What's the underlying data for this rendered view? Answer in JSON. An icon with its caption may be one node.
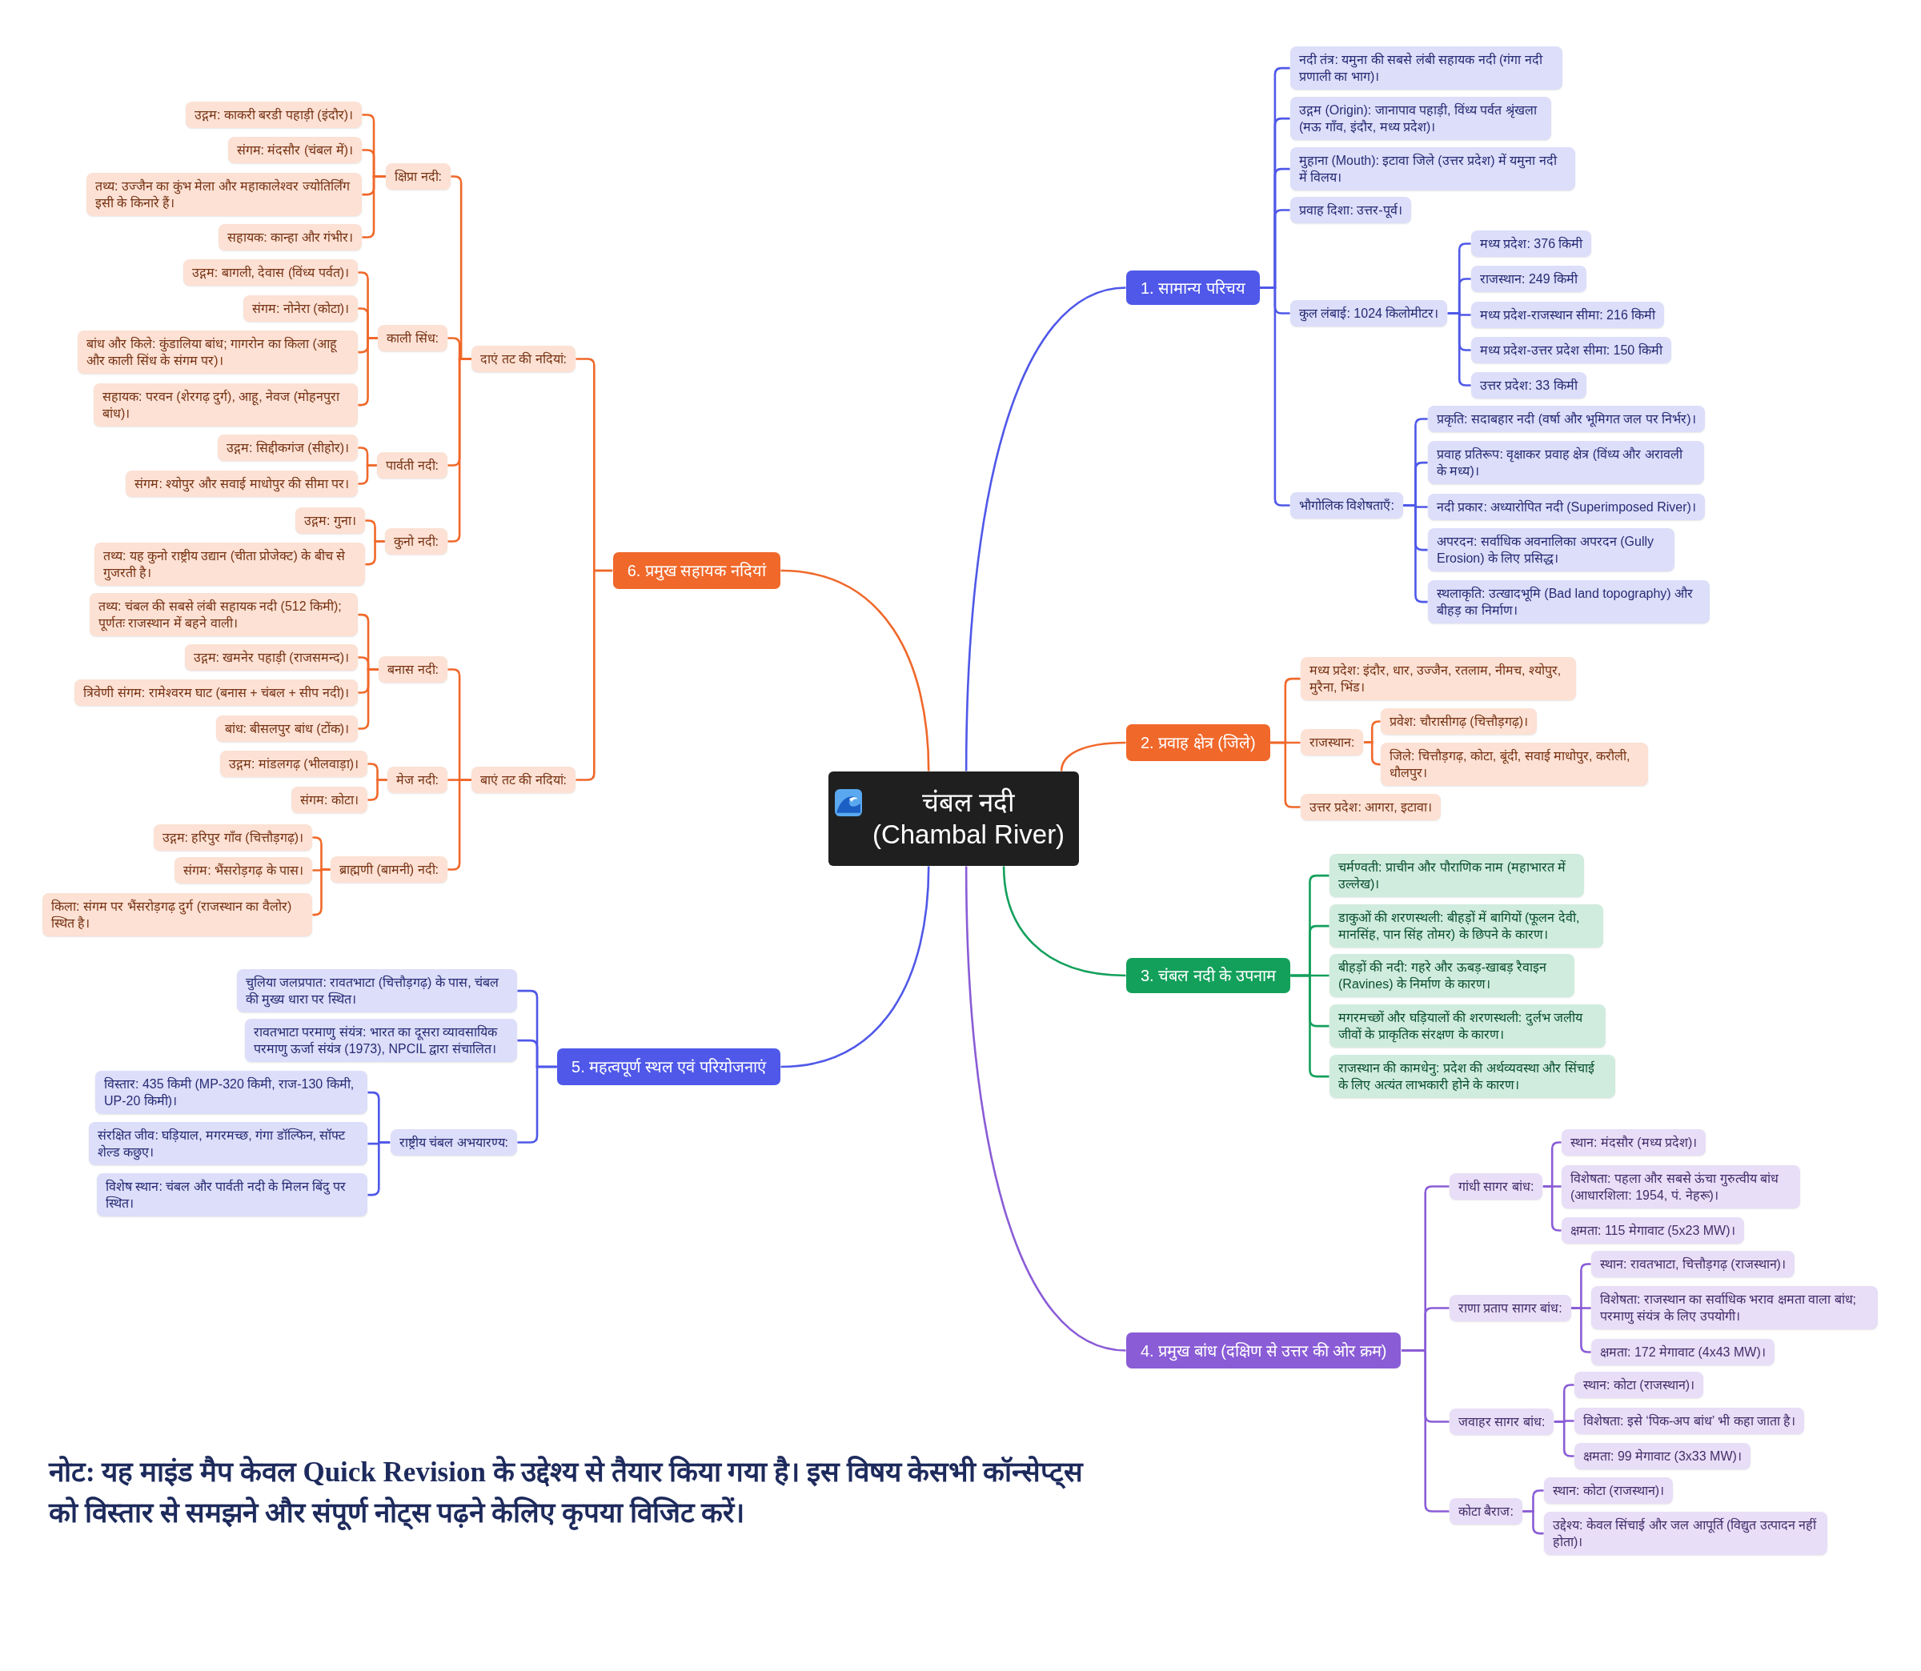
{
  "diagram": {
    "nodes": [
      {
        "text": [
          "चंबल नदी (Chambal River)"
        ]
      },
      {
        "text": [
          "1. सामान्य परिचय"
        ]
      },
      {
        "text": [
          "नदी तंत्र: यमुना की सबसे लंबी सहायक नदी (गंगा नदी प्रणाली का भाग)।"
        ]
      },
      {
        "text": [
          "उद्गम (Origin): जानापाव पहाड़ी, विंध्य पर्वत श्रृंखला (मऊ गाँव, इंदौर, मध्य प्रदेश)।"
        ]
      },
      {
        "text": [
          "मुहाना (Mouth): इटावा जिले (उत्तर प्रदेश) में यमुना नदी में विलय।"
        ]
      },
      {
        "text": [
          "प्रवाह दिशा: उत्तर-पूर्व।"
        ]
      },
      {
        "text": [
          "कुल लंबाई: 1024 किलोमीटर।"
        ]
      },
      {
        "text": [
          "मध्य प्रदेश: 376 किमी"
        ]
      },
      {
        "text": [
          "राजस्थान: 249 किमी"
        ]
      },
      {
        "text": [
          "मध्य प्रदेश-राजस्थान सीमा: 216 किमी"
        ]
      },
      {
        "text": [
          "मध्य प्रदेश-उत्तर प्रदेश सीमा: 150 किमी"
        ]
      },
      {
        "text": [
          "उत्तर प्रदेश: 33 किमी"
        ]
      },
      {
        "text": [
          "भौगोलिक विशेषताएँ:"
        ]
      },
      {
        "text": [
          "प्रकृति: सदाबहार नदी (वर्षा और भूमिगत जल पर निर्भर)।"
        ]
      },
      {
        "text": [
          "प्रवाह प्रतिरूप: वृक्षाकर प्रवाह क्षेत्र (विंध्य और अरावली के मध्य)।"
        ]
      },
      {
        "text": [
          "नदी प्रकार: अध्यारोपित नदी (Superimposed River)।"
        ]
      },
      {
        "text": [
          "अपरदन: सर्वाधिक अवनालिका अपरदन (Gully Erosion) के लिए प्रसिद्ध।"
        ]
      },
      {
        "text": [
          "स्थलाकृति: उत्खादभूमि (Bad land topography) और बीहड़ का निर्माण।"
        ]
      },
      {
        "text": [
          "2. प्रवाह क्षेत्र (जिले)"
        ]
      },
      {
        "text": [
          "मध्य प्रदेश: इंदौर, धार, उज्जैन, रतलाम, नीमच, श्योपुर, मुरैना, भिंड।"
        ]
      },
      {
        "text": [
          "राजस्थान:"
        ]
      },
      {
        "text": [
          "प्रवेश: चौरासीगढ़ (चित्तौड़गढ़)।"
        ]
      },
      {
        "text": [
          "जिले: चित्तौड़गढ़, कोटा, बूंदी, सवाई माधोपुर, करौली, धौलपुर।"
        ]
      },
      {
        "text": [
          "उत्तर प्रदेश: आगरा, इटावा।"
        ]
      },
      {
        "text": [
          "3. चंबल नदी के उपनाम"
        ]
      },
      {
        "text": [
          "चर्मण्वती: प्राचीन और पौराणिक नाम (महाभारत में उल्लेख)।"
        ]
      },
      {
        "text": [
          "डाकुओं की शरणस्थली: बीहड़ों में बागियों (फूलन देवी, मानसिंह, पान सिंह तोमर) के छिपने के कारण।"
        ]
      },
      {
        "text": [
          "बीहड़ों की नदी: गहरे और ऊबड़-खाबड़ रैवाइन (Ravines) के निर्माण के कारण।"
        ]
      },
      {
        "text": [
          "मगरमच्छों और घड़ियालों की शरणस्थली: दुर्लभ जलीय जीवों के प्राकृतिक संरक्षण के कारण।"
        ]
      },
      {
        "text": [
          "राजस्थान की कामधेनु: प्रदेश की अर्थव्यवस्था और सिंचाई के लिए अत्यंत लाभकारी होने के कारण।"
        ]
      },
      {
        "text": [
          "4. प्रमुख बांध (दक्षिण से उत्तर की ओर क्रम)"
        ]
      },
      {
        "text": [
          "गांधी सागर बांध:"
        ]
      },
      {
        "text": [
          "स्थान: मंदसौर (मध्य प्रदेश)।"
        ]
      },
      {
        "text": [
          "विशेषता: पहला और सबसे ऊंचा गुरुत्वीय बांध (आधारशिला: 1954, पं. नेहरू)।"
        ]
      },
      {
        "text": [
          "क्षमता: 115 मेगावाट (5x23 MW)।"
        ]
      },
      {
        "text": [
          "राणा प्रताप सागर बांध:"
        ]
      },
      {
        "text": [
          "स्थान: रावतभाटा, चित्तौड़गढ़ (राजस्थान)।"
        ]
      },
      {
        "text": [
          "विशेषता: राजस्थान का सर्वाधिक भराव क्षमता वाला बांध; परमाणु संयंत्र के लिए उपयोगी।"
        ]
      },
      {
        "text": [
          "क्षमता: 172 मेगावाट (4x43 MW)।"
        ]
      },
      {
        "text": [
          "जवाहर सागर बांध:"
        ]
      },
      {
        "text": [
          "स्थान: कोटा (राजस्थान)।"
        ]
      },
      {
        "text": [
          "विशेषता: इसे ‘पिक-अप बांध’ भी कहा जाता है।"
        ]
      },
      {
        "text": [
          "क्षमता: 99 मेगावाट (3x33 MW)।"
        ]
      },
      {
        "text": [
          "कोटा बैराज:"
        ]
      },
      {
        "text": [
          "स्थान: कोटा (राजस्थान)।"
        ]
      },
      {
        "text": [
          "उद्देश्य: केवल सिंचाई और जल आपूर्ति (विद्युत उत्पादन नहीं होता)।"
        ]
      },
      {
        "text": [
          "5. महत्वपूर्ण स्थल एवं परियोजनाएं"
        ]
      },
      {
        "text": [
          "चुलिया जलप्रपात: रावतभाटा (चित्तौड़गढ़) के पास, चंबल की मुख्य धारा पर स्थित।"
        ]
      },
      {
        "text": [
          "रावतभाटा परमाणु संयंत्र: भारत का दूसरा व्यावसायिक परमाणु ऊर्जा संयंत्र (1973), NPCIL द्वारा संचालित।"
        ]
      },
      {
        "text": [
          "राष्ट्रीय चंबल अभयारण्य:"
        ]
      },
      {
        "text": [
          "विस्तार: 435 किमी (MP-320 किमी, राज-130 किमी, UP-20 किमी)।"
        ]
      },
      {
        "text": [
          "संरक्षित जीव: घड़ियाल, मगरमच्छ, गंगा डॉल्फिन, सॉफ्ट शेल्ड कछुए।"
        ]
      },
      {
        "text": [
          "विशेष स्थान: चंबल और पार्वती नदी के मिलन बिंदु पर स्थित।"
        ]
      },
      {
        "text": [
          "6. प्रमुख सहायक नदियां"
        ]
      },
      {
        "text": [
          "दाएं तट की नदियां:"
        ]
      },
      {
        "text": [
          "क्षिप्रा नदी:"
        ]
      },
      {
        "text": [
          "उद्गम: काकरी बरडी पहाड़ी (इंदौर)।"
        ]
      },
      {
        "text": [
          "संगम: मंदसौर (चंबल में)।"
        ]
      },
      {
        "text": [
          "तथ्य: उज्जैन का कुंभ मेला और महाकालेश्वर ज्योतिर्लिंग इसी के किनारे हैं।"
        ]
      },
      {
        "text": [
          "सहायक: कान्हा और गंभीर।"
        ]
      },
      {
        "text": [
          "काली सिंध:"
        ]
      },
      {
        "text": [
          "उद्गम: बागली, देवास (विंध्य पर्वत)।"
        ]
      },
      {
        "text": [
          "संगम: नोनेरा (कोटा)।"
        ]
      },
      {
        "text": [
          "बांध और किले: कुंडालिया बांध; गागरोन का किला (आहू और काली सिंध के संगम पर)।"
        ]
      },
      {
        "text": [
          "सहायक: परवन (शेरगढ़ दुर्ग), आहू, नेवज (मोहनपुरा बांध)।"
        ]
      },
      {
        "text": [
          "पार्वती नदी:"
        ]
      },
      {
        "text": [
          "उद्गम: सिद्दीकगंज (सीहोर)।"
        ]
      },
      {
        "text": [
          "संगम: श्योपुर और सवाई माधोपुर की सीमा पर।"
        ]
      },
      {
        "text": [
          "कुनो नदी:"
        ]
      },
      {
        "text": [
          "उद्गम: गुना।"
        ]
      },
      {
        "text": [
          "तथ्य: यह कुनो राष्ट्रीय उद्यान (चीता प्रोजेक्ट) के बीच से गुजरती है।"
        ]
      },
      {
        "text": [
          "बाएं तट की नदियां:"
        ]
      },
      {
        "text": [
          "बनास नदी:"
        ]
      },
      {
        "text": [
          "तथ्य: चंबल की सबसे लंबी सहायक नदी (512 किमी); पूर्णतः राजस्थान में बहने वाली।"
        ]
      },
      {
        "text": [
          "उद्गम: खमनेर पहाड़ी (राजसमन्द)।"
        ]
      },
      {
        "text": [
          "त्रिवेणी संगम: रामेश्वरम घाट (बनास + चंबल + सीप नदी)।"
        ]
      },
      {
        "text": [
          "बांध: बीसलपुर बांध (टोंक)।"
        ]
      },
      {
        "text": [
          "मेज नदी:"
        ]
      },
      {
        "text": [
          "उद्गम: मांडलगढ़ (भीलवाड़ा)।"
        ]
      },
      {
        "text": [
          "संगम: कोटा।"
        ]
      },
      {
        "text": [
          "ब्राह्मणी (बामनी) नदी:"
        ]
      },
      {
        "text": [
          "उद्गम: हरिपुर गाँव (चित्तौड़गढ़)।"
        ]
      },
      {
        "text": [
          "संगम: भैंसरोड़गढ़ के पास।"
        ]
      },
      {
        "text": [
          "किला: संगम पर भैंसरोड़गढ़ दुर्ग (राजस्थान का वैलोर) स्थित है।"
        ]
      }
    ],
    "edges": [
      {
        "from": 0,
        "to": 1,
        "arrow": "none",
        "color": "#4f58e8"
      },
      {
        "from": 1,
        "to": 2,
        "arrow": "none",
        "color": "#4f58e8"
      },
      {
        "from": 1,
        "to": 3,
        "arrow": "none",
        "color": "#4f58e8"
      },
      {
        "from": 1,
        "to": 4,
        "arrow": "none",
        "color": "#4f58e8"
      },
      {
        "from": 1,
        "to": 5,
        "arrow": "none",
        "color": "#4f58e8"
      },
      {
        "from": 1,
        "to": 6,
        "arrow": "none",
        "color": "#4f58e8"
      },
      {
        "from": 6,
        "to": 7,
        "arrow": "none",
        "color": "#4f58e8"
      },
      {
        "from": 6,
        "to": 8,
        "arrow": "none",
        "color": "#4f58e8"
      },
      {
        "from": 6,
        "to": 9,
        "arrow": "none",
        "color": "#4f58e8"
      },
      {
        "from": 6,
        "to": 10,
        "arrow": "none",
        "color": "#4f58e8"
      },
      {
        "from": 6,
        "to": 11,
        "arrow": "none",
        "color": "#4f58e8"
      },
      {
        "from": 1,
        "to": 12,
        "arrow": "none",
        "color": "#4f58e8"
      },
      {
        "from": 12,
        "to": 13,
        "arrow": "none",
        "color": "#4f58e8"
      },
      {
        "from": 12,
        "to": 14,
        "arrow": "none",
        "color": "#4f58e8"
      },
      {
        "from": 12,
        "to": 15,
        "arrow": "none",
        "color": "#4f58e8"
      },
      {
        "from": 12,
        "to": 16,
        "arrow": "none",
        "color": "#4f58e8"
      },
      {
        "from": 12,
        "to": 17,
        "arrow": "none",
        "color": "#4f58e8"
      },
      {
        "from": 0,
        "to": 18,
        "arrow": "none"
      },
      {
        "from": 18,
        "to": 19,
        "arrow": "none"
      },
      {
        "from": 18,
        "to": 20,
        "arrow": "none"
      },
      {
        "from": 20,
        "to": 21,
        "arrow": "none"
      },
      {
        "from": 20,
        "to": 22,
        "arrow": "none"
      },
      {
        "from": 18,
        "to": 23,
        "arrow": "none"
      },
      {
        "from": 0,
        "to": 24,
        "arrow": "none",
        "color": "#13a05b"
      },
      {
        "from": 24,
        "to": 25,
        "arrow": "none",
        "color": "#13a05b"
      },
      {
        "from": 24,
        "to": 26,
        "arrow": "none",
        "color": "#13a05b"
      },
      {
        "from": 24,
        "to": 27,
        "arrow": "none",
        "color": "#13a05b"
      },
      {
        "from": 24,
        "to": 28,
        "arrow": "none",
        "color": "#13a05b"
      },
      {
        "from": 24,
        "to": 29,
        "arrow": "none",
        "color": "#13a05b"
      },
      {
        "from": 0,
        "to": 30,
        "arrow": "none",
        "color": "#8a5cd6"
      },
      {
        "from": 30,
        "to": 31,
        "arrow": "none",
        "color": "#8a5cd6"
      },
      {
        "from": 31,
        "to": 32,
        "arrow": "none",
        "color": "#8a5cd6"
      },
      {
        "from": 31,
        "to": 33,
        "arrow": "none",
        "color": "#8a5cd6"
      },
      {
        "from": 31,
        "to": 34,
        "arrow": "none",
        "color": "#8a5cd6"
      },
      {
        "from": 30,
        "to": 35,
        "arrow": "none",
        "color": "#8a5cd6"
      },
      {
        "from": 35,
        "to": 36,
        "arrow": "none",
        "color": "#8a5cd6"
      },
      {
        "from": 35,
        "to": 37,
        "arrow": "none",
        "color": "#8a5cd6"
      },
      {
        "from": 35,
        "to": 38,
        "arrow": "none",
        "color": "#8a5cd6"
      },
      {
        "from": 30,
        "to": 39,
        "arrow": "none",
        "color": "#8a5cd6"
      },
      {
        "from": 39,
        "to": 40,
        "arrow": "none",
        "color": "#8a5cd6"
      },
      {
        "from": 39,
        "to": 41,
        "arrow": "none",
        "color": "#8a5cd6"
      },
      {
        "from": 39,
        "to": 42,
        "arrow": "none",
        "color": "#8a5cd6"
      },
      {
        "from": 30,
        "to": 43,
        "arrow": "none",
        "color": "#8a5cd6"
      },
      {
        "from": 43,
        "to": 44,
        "arrow": "none",
        "color": "#8a5cd6"
      },
      {
        "from": 43,
        "to": 45,
        "arrow": "none",
        "color": "#8a5cd6"
      },
      {
        "from": 0,
        "to": 46,
        "arrow": "none",
        "color": "#4f58e8"
      },
      {
        "from": 46,
        "to": 47,
        "arrow": "none",
        "color": "#4f58e8"
      },
      {
        "from": 46,
        "to": 48,
        "arrow": "none",
        "color": "#4f58e8"
      },
      {
        "from": 46,
        "to": 49,
        "arrow": "none",
        "color": "#4f58e8"
      },
      {
        "from": 49,
        "to": 50,
        "arrow": "none",
        "color": "#4f58e8"
      },
      {
        "from": 49,
        "to": 51,
        "arrow": "none",
        "color": "#4f58e8"
      },
      {
        "from": 49,
        "to": 52,
        "arrow": "none",
        "color": "#4f58e8"
      },
      {
        "from": 0,
        "to": 53,
        "arrow": "none"
      },
      {
        "from": 53,
        "to": 54,
        "arrow": "none"
      },
      {
        "from": 54,
        "to": 55,
        "arrow": "none"
      },
      {
        "from": 55,
        "to": 56,
        "arrow": "none"
      },
      {
        "from": 55,
        "to": 57,
        "arrow": "none"
      },
      {
        "from": 55,
        "to": 58,
        "arrow": "none"
      },
      {
        "from": 55,
        "to": 59,
        "arrow": "none"
      },
      {
        "from": 54,
        "to": 60,
        "arrow": "none"
      },
      {
        "from": 60,
        "to": 61,
        "arrow": "none"
      },
      {
        "from": 60,
        "to": 62,
        "arrow": "none"
      },
      {
        "from": 60,
        "to": 63,
        "arrow": "none"
      },
      {
        "from": 60,
        "to": 64,
        "arrow": "none"
      },
      {
        "from": 54,
        "to": 65,
        "arrow": "none"
      },
      {
        "from": 65,
        "to": 66,
        "arrow": "none"
      },
      {
        "from": 65,
        "to": 67,
        "arrow": "none"
      },
      {
        "from": 54,
        "to": 68,
        "arrow": "none"
      },
      {
        "from": 68,
        "to": 69,
        "arrow": "none"
      },
      {
        "from": 68,
        "to": 70,
        "arrow": "none"
      },
      {
        "from": 53,
        "to": 71,
        "arrow": "none"
      },
      {
        "from": 71,
        "to": 72,
        "arrow": "none"
      },
      {
        "from": 72,
        "to": 73,
        "arrow": "none"
      },
      {
        "from": 72,
        "to": 74,
        "arrow": "none"
      },
      {
        "from": 72,
        "to": 75,
        "arrow": "none"
      },
      {
        "from": 72,
        "to": 76,
        "arrow": "none"
      },
      {
        "from": 71,
        "to": 77,
        "arrow": "none"
      },
      {
        "from": 77,
        "to": 78,
        "arrow": "none"
      },
      {
        "from": 77,
        "to": 79,
        "arrow": "none"
      },
      {
        "from": 71,
        "to": 80,
        "arrow": "none"
      },
      {
        "from": 80,
        "to": 81,
        "arrow": "none"
      },
      {
        "from": 80,
        "to": 82,
        "arrow": "none"
      },
      {
        "from": 80,
        "to": 83,
        "arrow": "none"
      }
    ],
    "labels": [
      "नोट: यह माइंड मैप केवल Quick Revision के उद्देश्य से तैयार किया गया है। इस विषय केसभी कॉन्सेप्ट्स को विस्तार से समझने और संपूर्ण नोट्स पढ़ने केलिए कृपया विजिट करें।"
    ]
  }
}
